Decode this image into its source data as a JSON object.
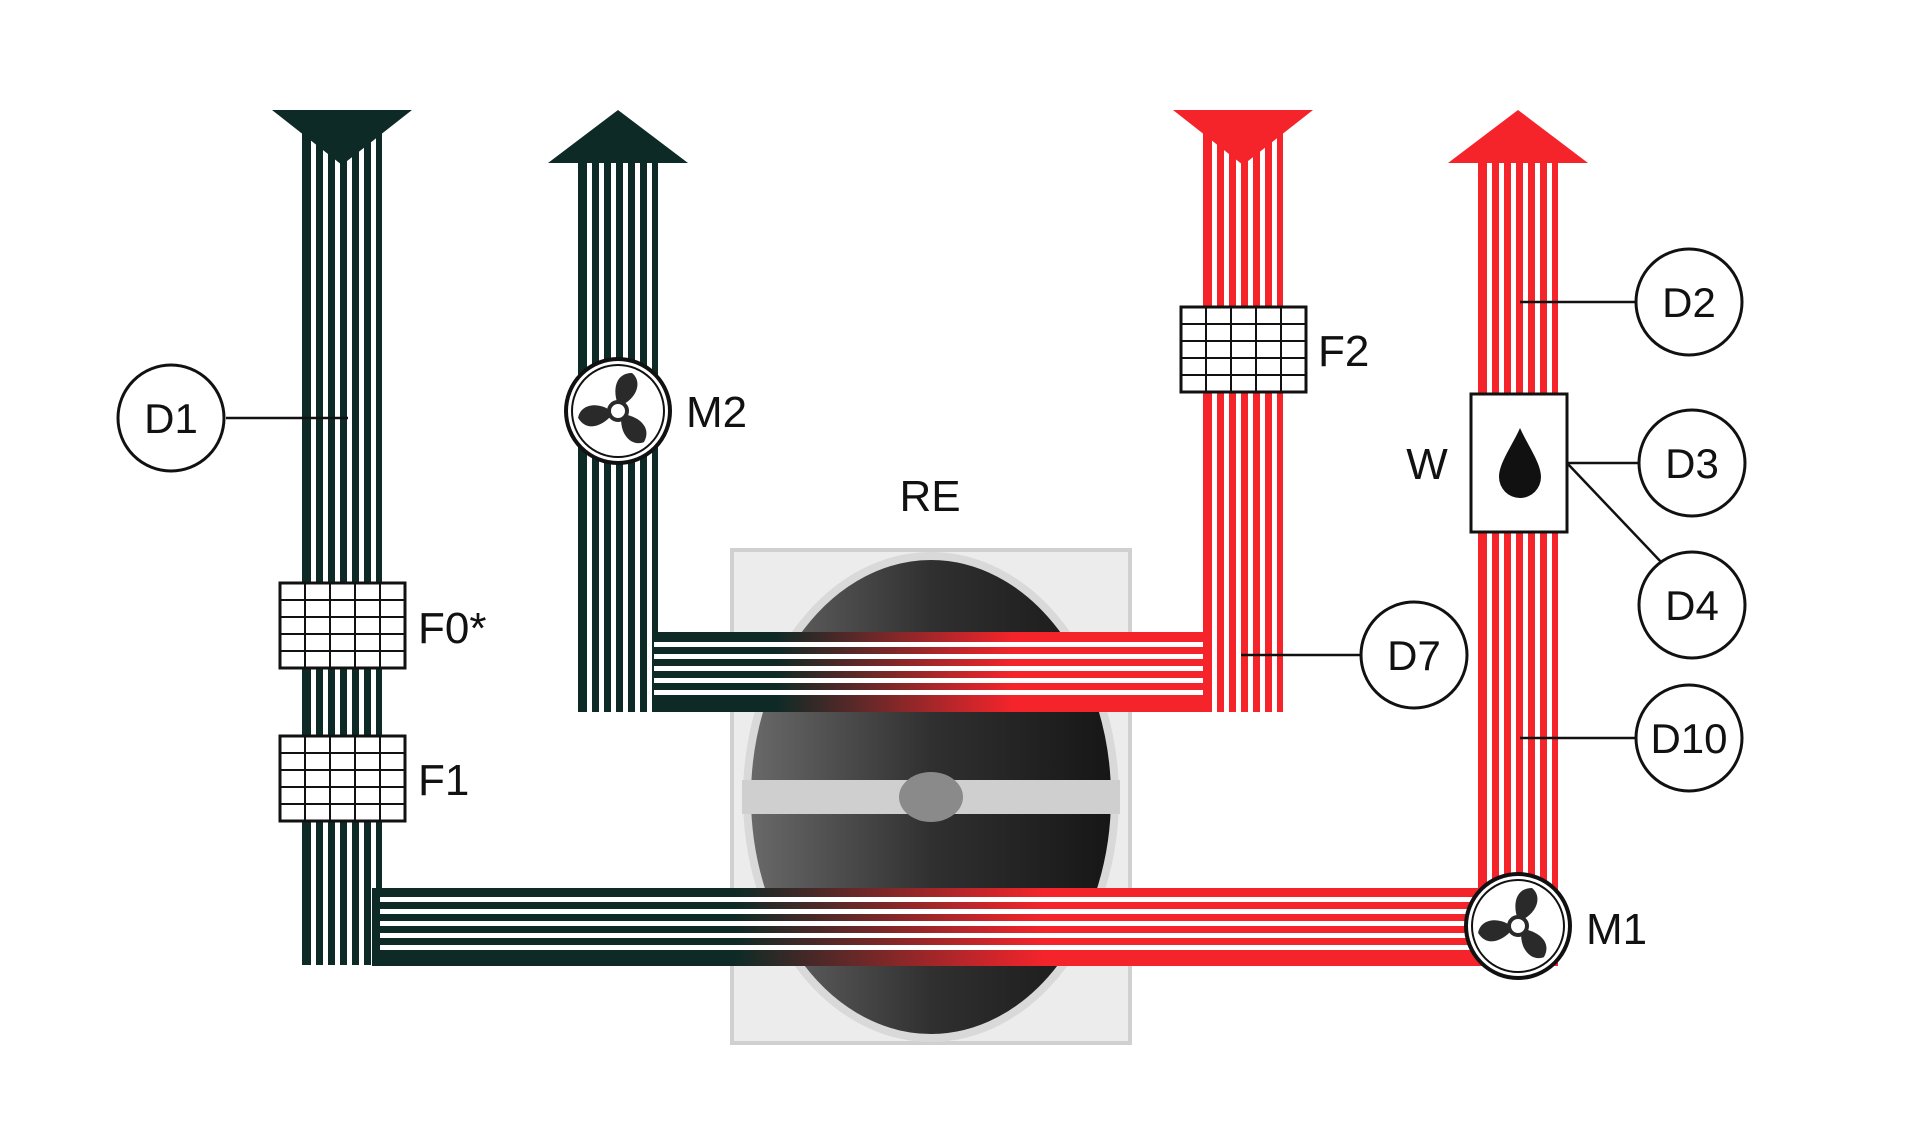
{
  "colors": {
    "dark_duct": "#0e2a26",
    "red_duct": "#f5242b",
    "rotor_dark": "#2b2b2b",
    "housing": "#e6e6e6"
  },
  "labels": {
    "re": "RE",
    "m1": "M1",
    "m2": "M2",
    "f0": "F0*",
    "f1": "F1",
    "f2": "F2",
    "w": "W"
  },
  "sensors": {
    "d1": "D1",
    "d2": "D2",
    "d3": "D3",
    "d4": "D4",
    "d7": "D7",
    "d10": "D10"
  },
  "icons": {
    "fan": "fan-icon",
    "filter": "filter-grid-icon",
    "water": "water-drop-icon"
  }
}
